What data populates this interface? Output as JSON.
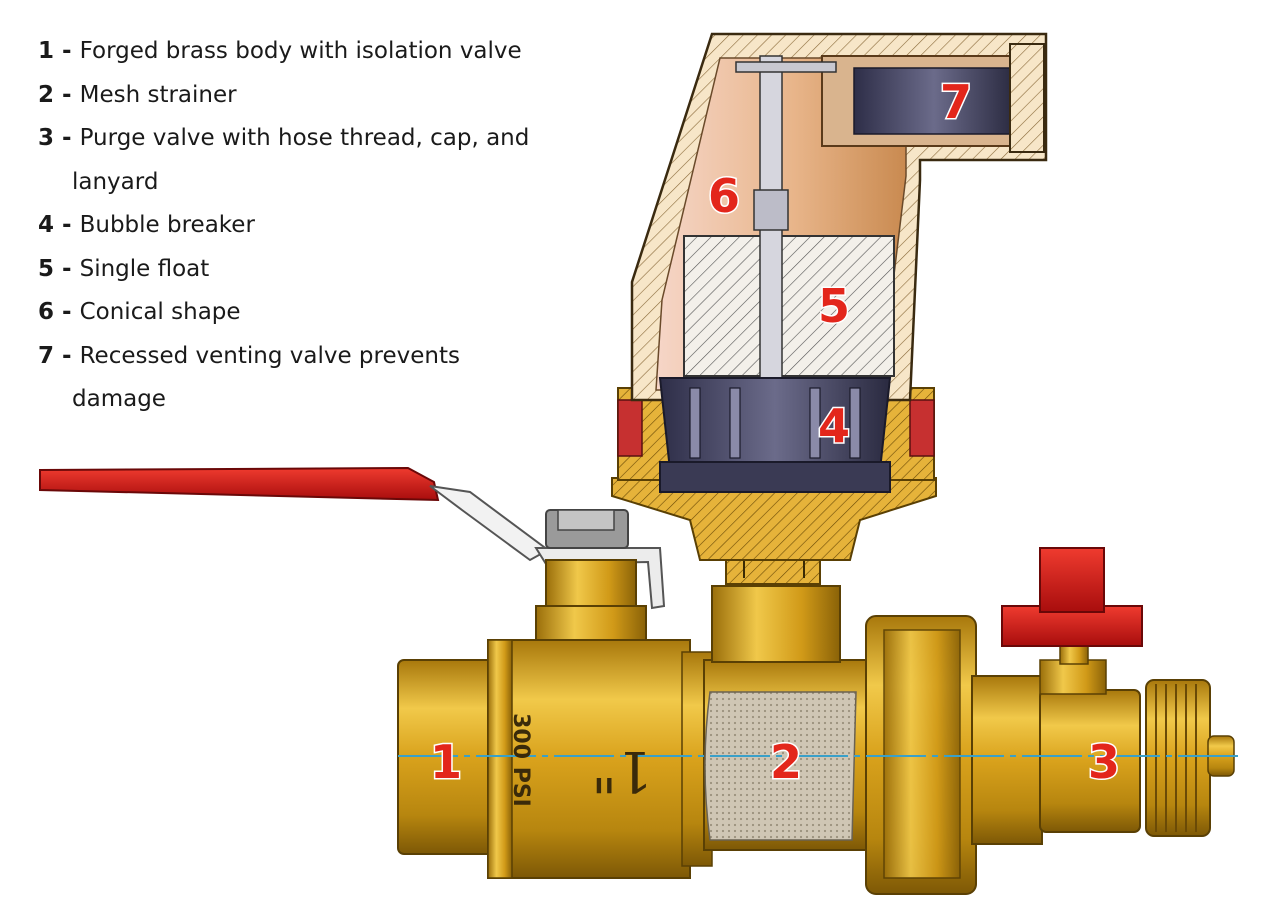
{
  "legend": [
    {
      "num": "1",
      "text": "Forged brass body with isolation valve"
    },
    {
      "num": "2",
      "text": "Mesh strainer"
    },
    {
      "num": "3",
      "text": "Purge valve with hose thread, cap, and lanyard"
    },
    {
      "num": "4",
      "text": "Bubble breaker"
    },
    {
      "num": "5",
      "text": "Single float"
    },
    {
      "num": "6",
      "text": "Conical shape"
    },
    {
      "num": "7",
      "text": "Recessed venting valve prevents damage"
    }
  ],
  "separator": "-",
  "callouts": [
    "1",
    "2",
    "3",
    "4",
    "5",
    "6",
    "7"
  ],
  "body_markings": {
    "pressure": "300 PSI",
    "size": "1\""
  },
  "colors": {
    "brass": "#d9a21c",
    "brass_dark": "#8a6208",
    "handle_red": "#c41414",
    "callout_red": "#e3261b",
    "float_bronze": "#d8a070",
    "strainer": "#c8c0b0"
  }
}
